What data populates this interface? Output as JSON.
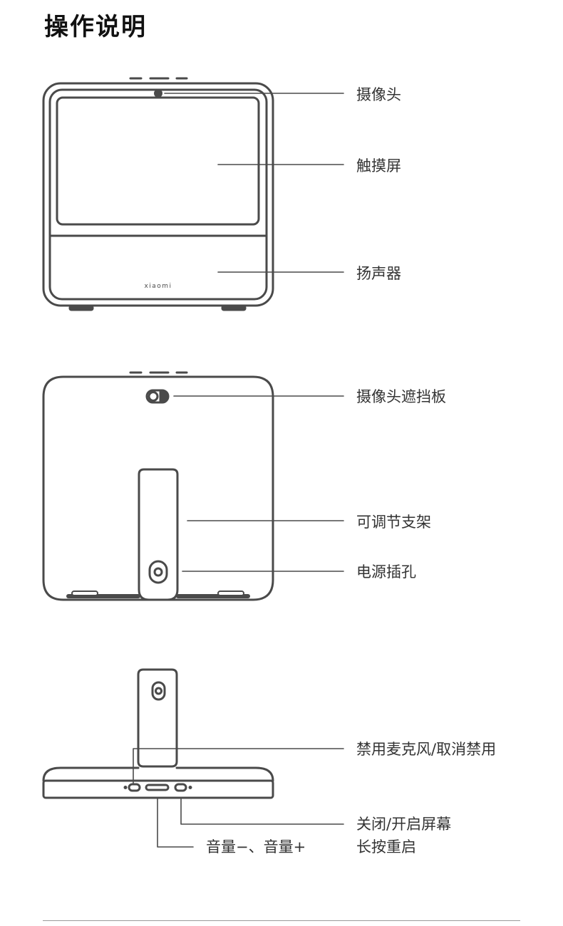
{
  "page_title": "操作说明",
  "front_view": {
    "brand_text": "xiaomi",
    "labels": {
      "camera": "摄像头",
      "touchscreen": "触摸屏",
      "speaker": "扬声器"
    }
  },
  "back_view": {
    "labels": {
      "camera_shutter": "摄像头遮挡板",
      "adjustable_stand": "可调节支架",
      "power_port": "电源插孔"
    }
  },
  "top_view": {
    "labels": {
      "mic_toggle": "禁用麦克风/取消禁用",
      "screen_toggle": "关闭/开启屏幕",
      "long_press_restart": "长按重启",
      "volume_buttons": "音量−、音量+"
    }
  },
  "colors": {
    "line": "#4a4a4a",
    "text": "#333333",
    "title": "#111111"
  }
}
